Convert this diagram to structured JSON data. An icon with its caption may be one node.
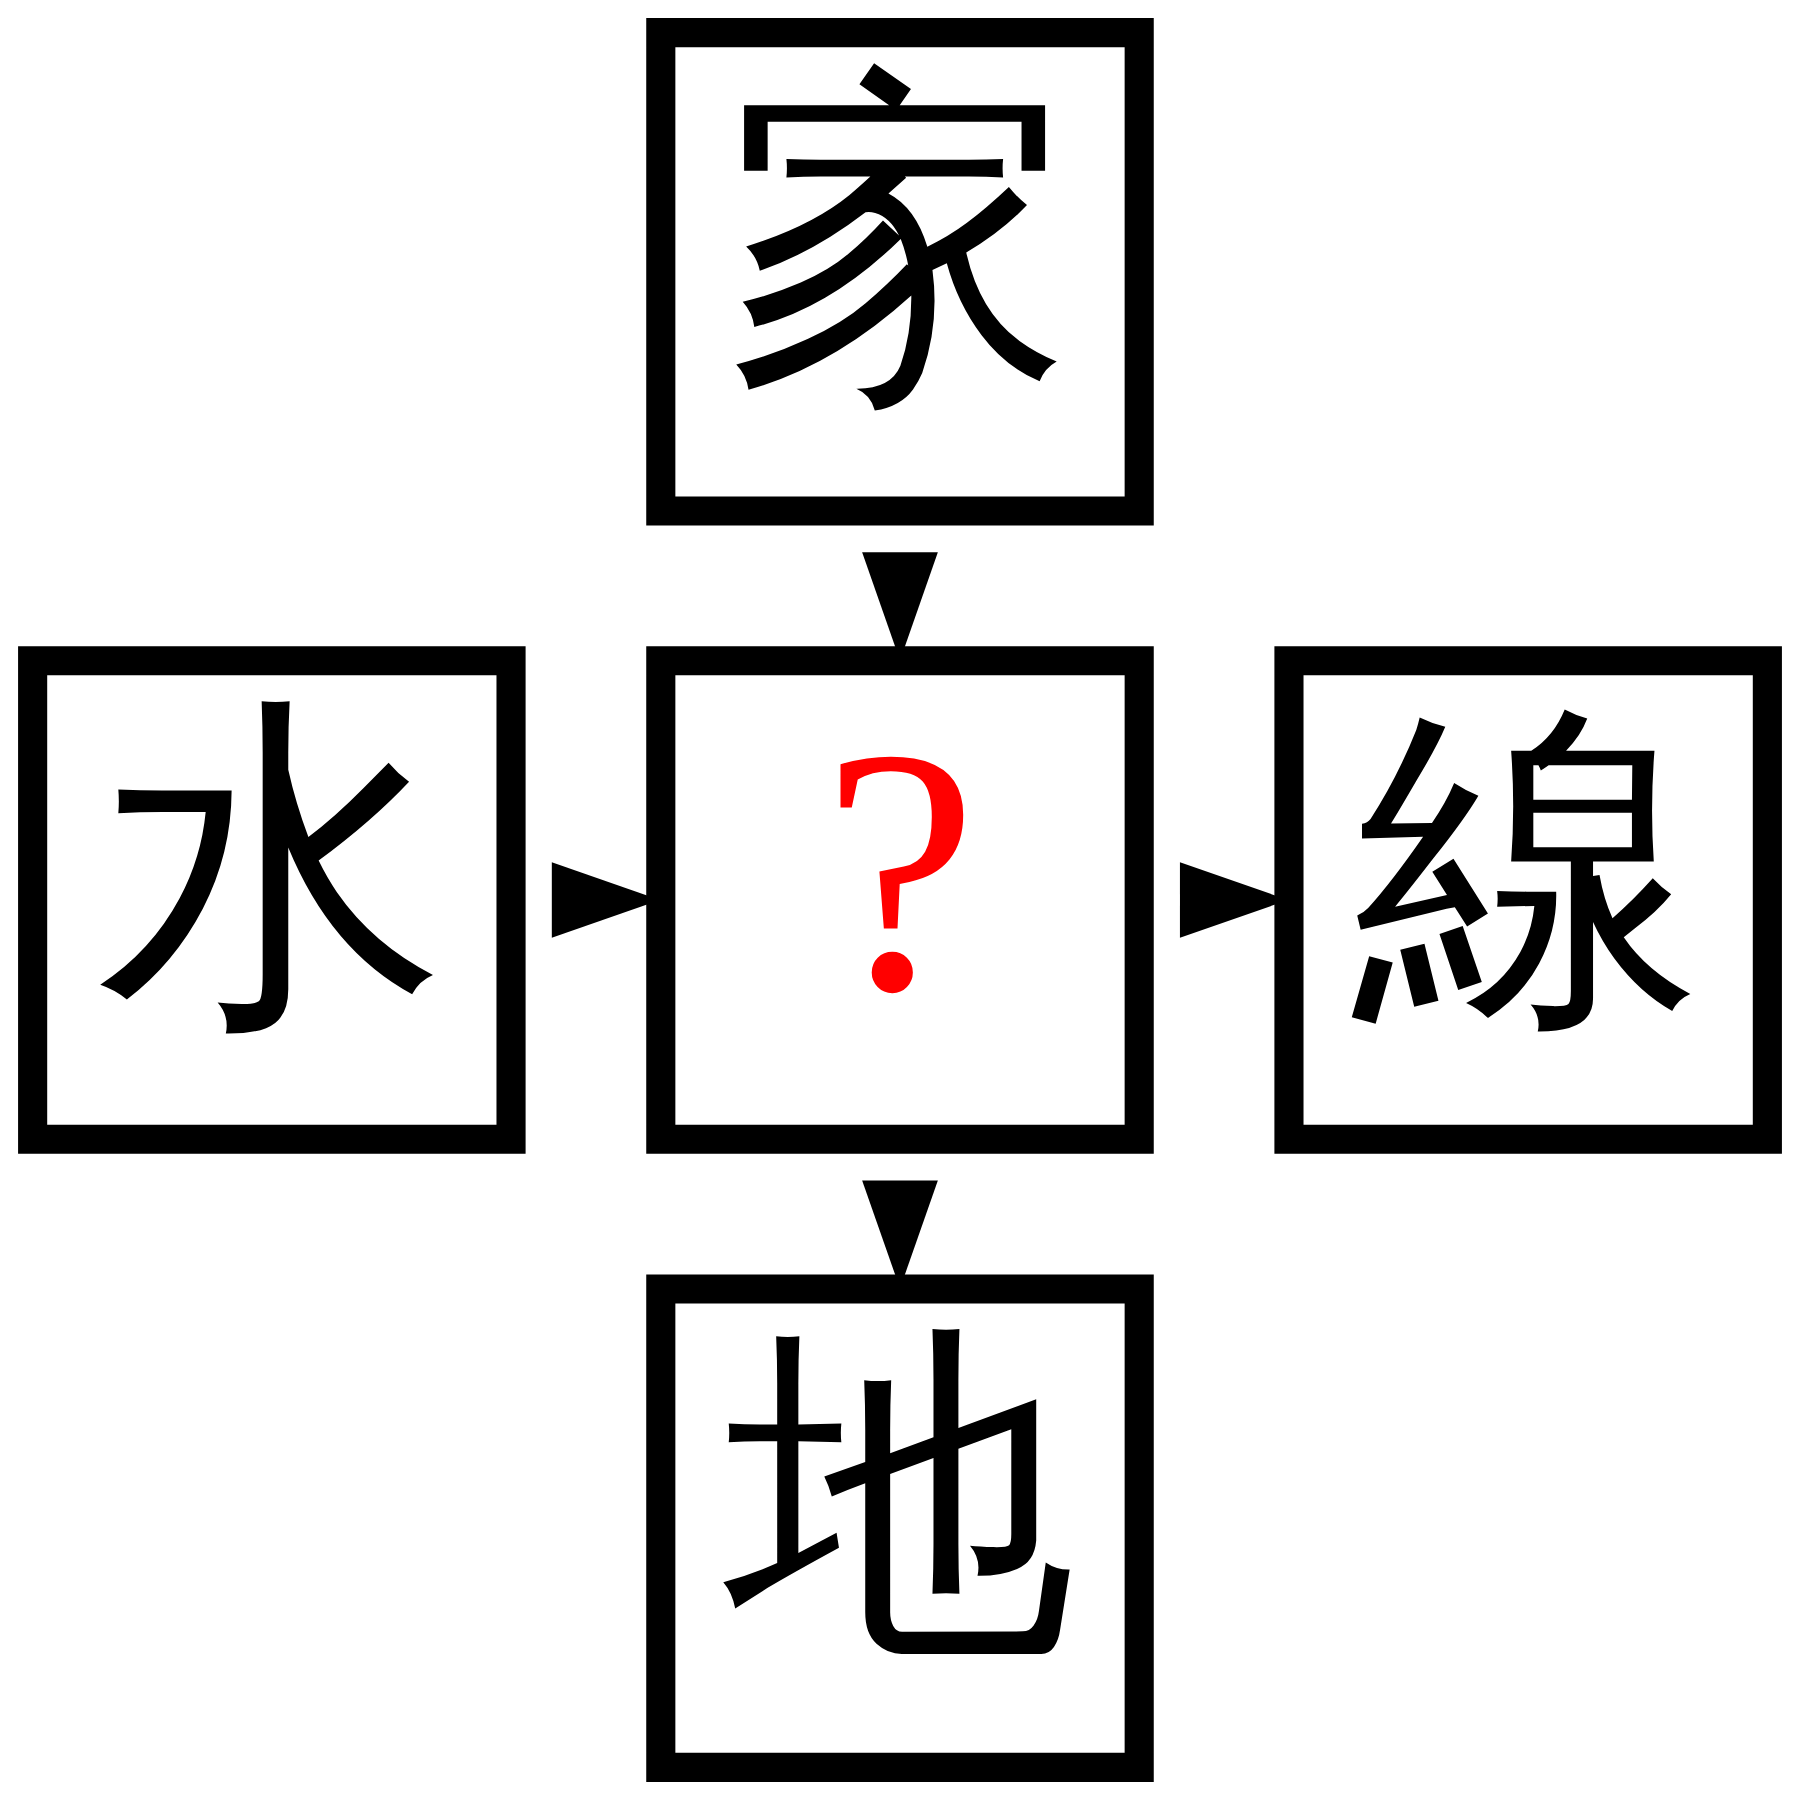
{
  "diagram": {
    "nodes": [
      {
        "text": [
          "家"
        ]
      },
      {
        "text": [
          "水"
        ]
      },
      {
        "text": [
          "?"
        ]
      },
      {
        "text": [
          "線"
        ]
      },
      {
        "text": [
          "地"
        ]
      }
    ],
    "edges": [
      {
        "from": 0,
        "to": 2,
        "arrow": "to"
      },
      {
        "from": 1,
        "to": 2,
        "arrow": "to"
      },
      {
        "from": 2,
        "to": 3,
        "arrow": "to"
      },
      {
        "from": 2,
        "to": 4,
        "arrow": "to"
      }
    ]
  }
}
